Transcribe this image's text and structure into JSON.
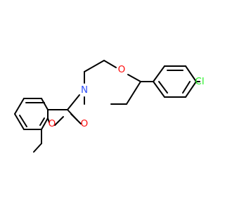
{
  "molecule": {
    "atoms": {
      "oxygen_morpholine": {
        "label": "O",
        "color": "#ff0d0d"
      },
      "nitrogen_morpholine": {
        "label": "N",
        "color": "#3050f8"
      },
      "chlorine": {
        "label": "Cl",
        "color": "#1ff01f"
      },
      "oxygen_carbonyl": {
        "label": "O",
        "color": "#ff0d0d"
      },
      "oxygen_furan": {
        "label": "O",
        "color": "#ff0d0d"
      }
    }
  }
}
